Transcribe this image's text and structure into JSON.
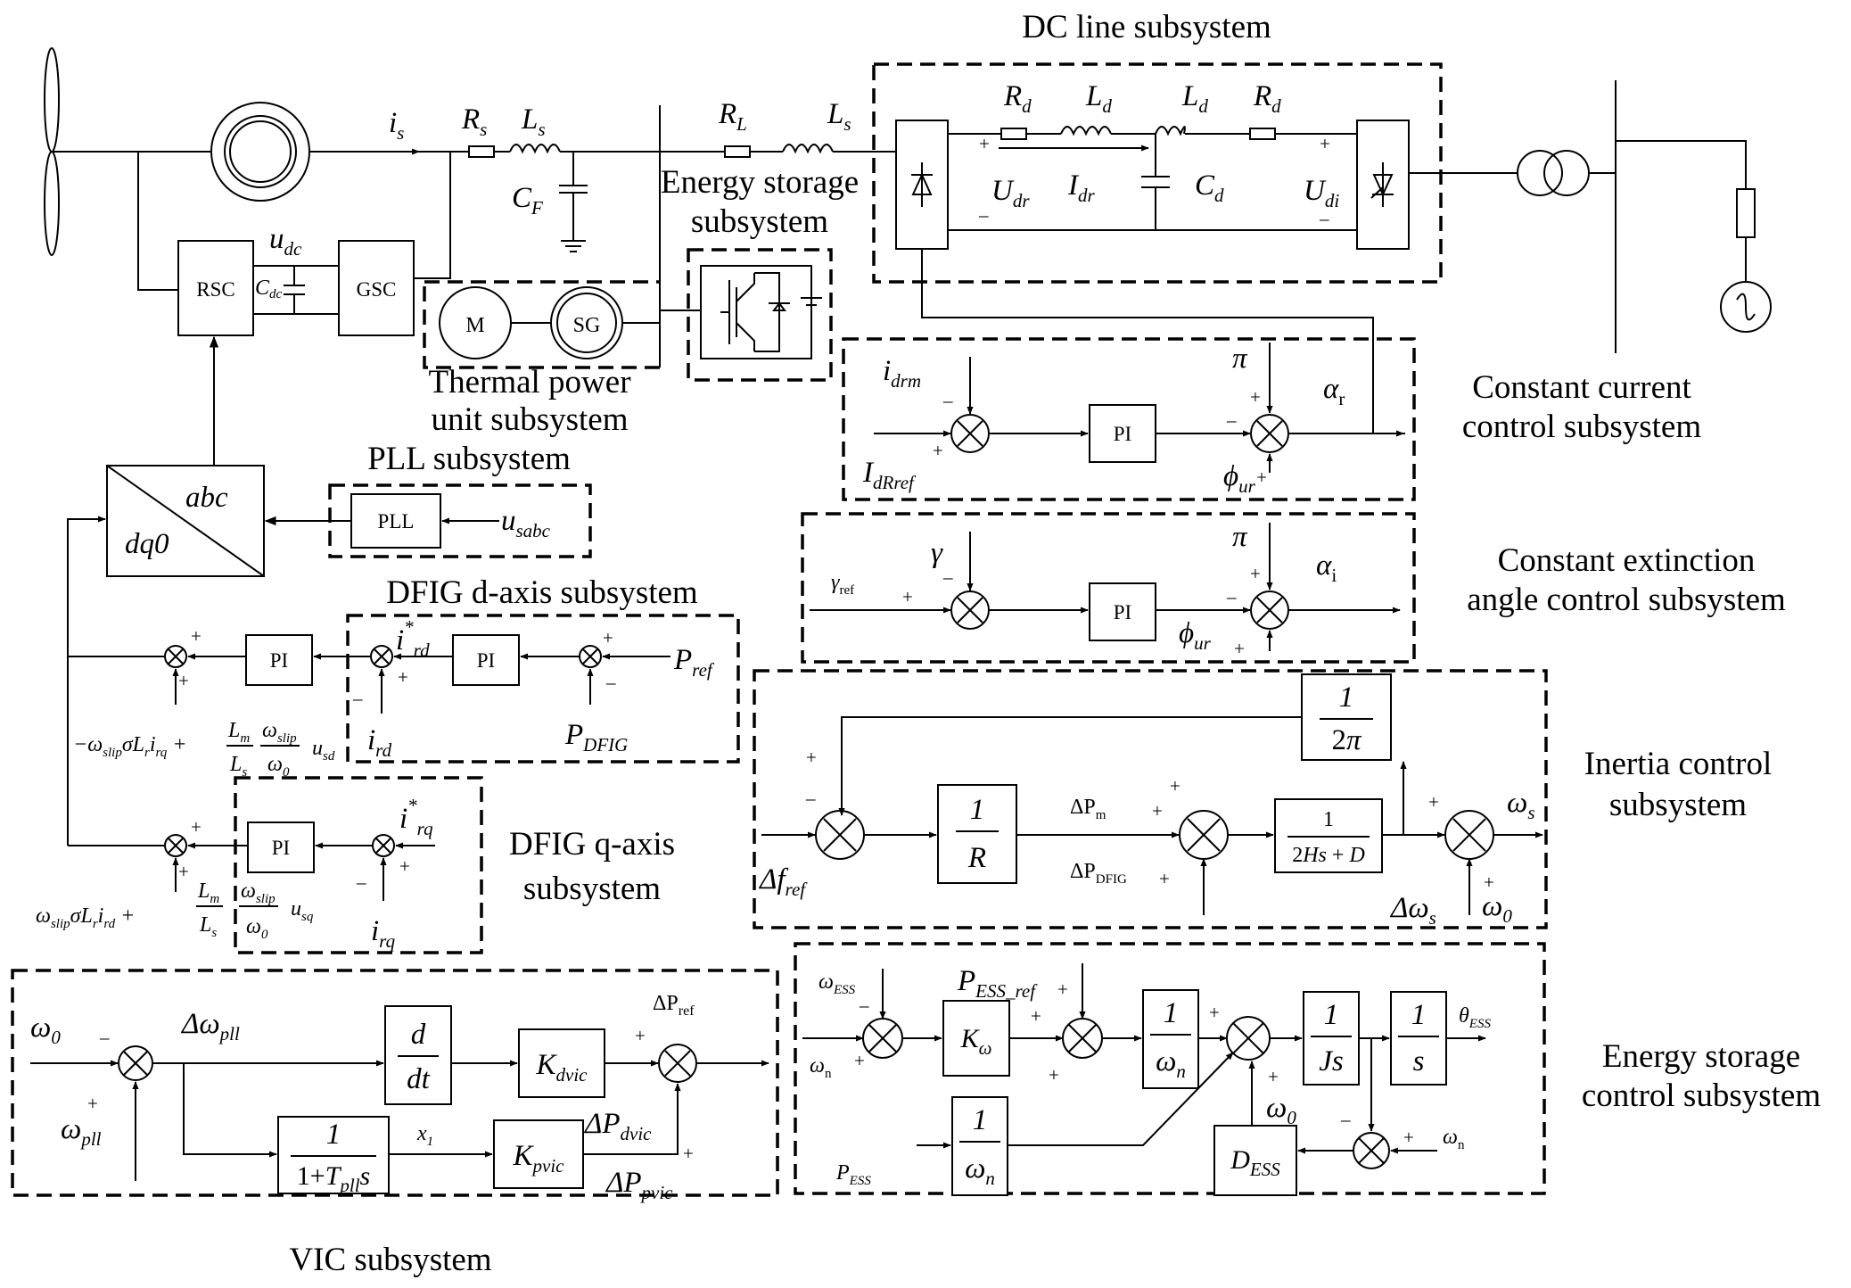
{
  "subsystems": {
    "dc_line": "DC line subsystem",
    "energy_storage_1": "Energy storage",
    "energy_storage_2": "subsystem",
    "thermal_1": "Thermal power",
    "thermal_2": "unit subsystem",
    "pll": "PLL subsystem",
    "dfig_d": "DFIG d-axis subsystem",
    "dfig_q_1": "DFIG q-axis",
    "dfig_q_2": "subsystem",
    "vic": "VIC subsystem",
    "cc_1": "Constant current",
    "cc_2": "control subsystem",
    "cea_1": "Constant extinction",
    "cea_2": "angle control subsystem",
    "inertia_1": "Inertia control",
    "inertia_2": "subsystem",
    "esc_1": "Energy storage",
    "esc_2": "control subsystem"
  },
  "blocks": {
    "rsc": "RSC",
    "gsc": "GSC",
    "motor": "M",
    "sync_gen": "SG",
    "pll": "PLL",
    "pi": "PI",
    "abc": "abc",
    "dq0": "dq0"
  }
}
